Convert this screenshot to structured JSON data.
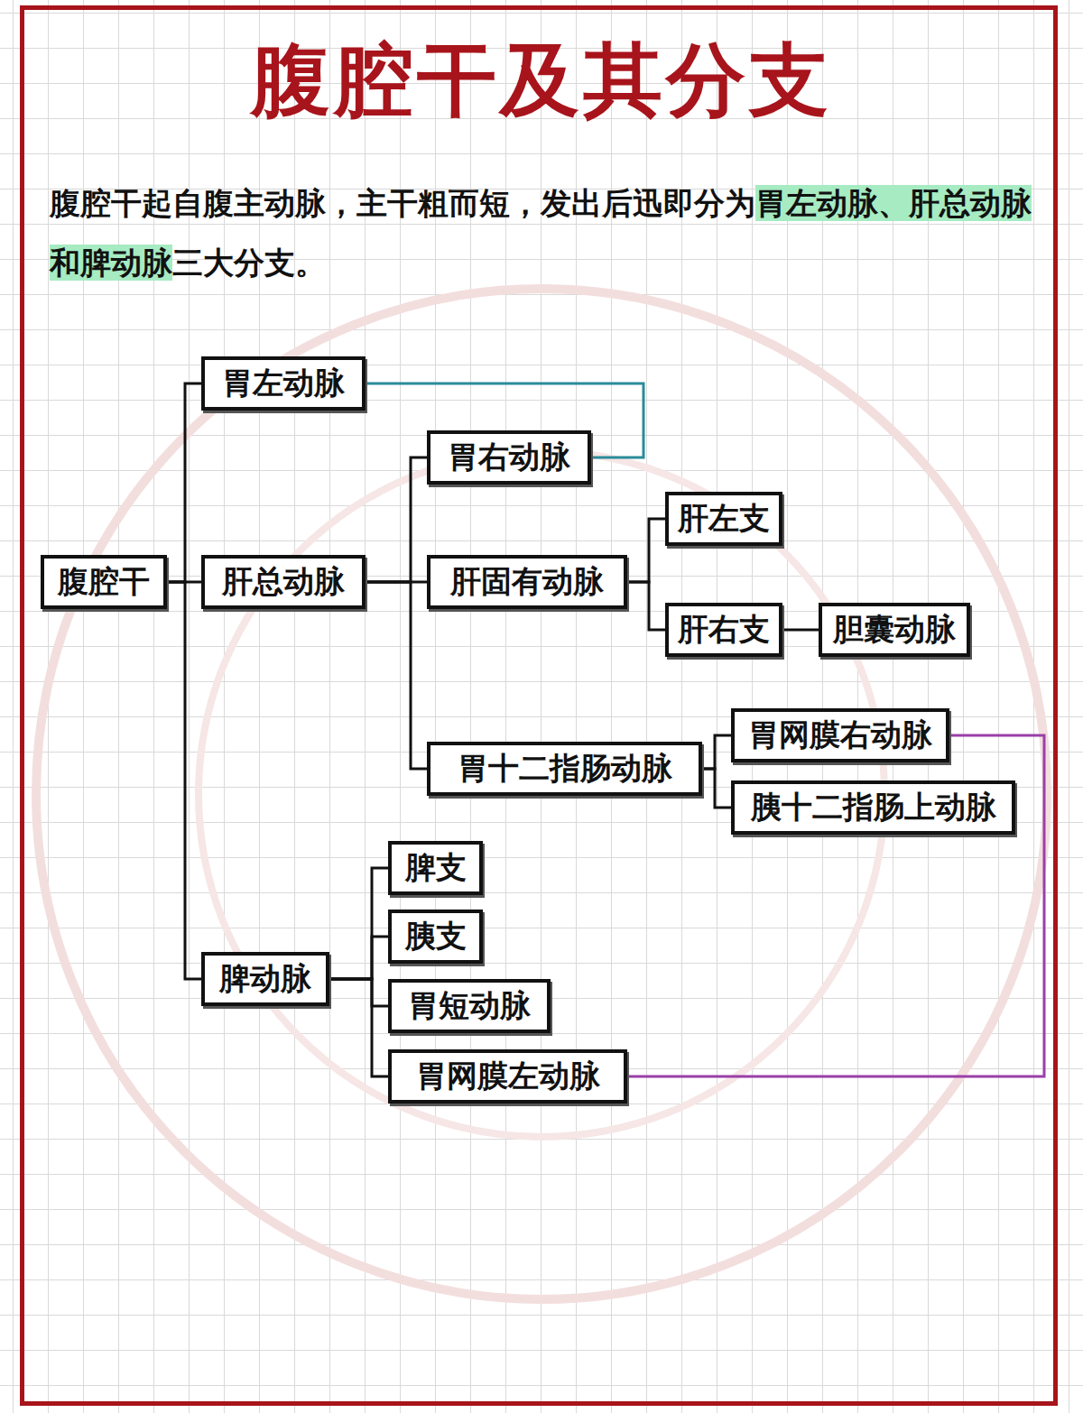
{
  "diagram": {
    "title": "腹腔干及其分支",
    "nodes": [
      {
        "text": [
          "腹腔干"
        ]
      },
      {
        "text": [
          "胃左动脉"
        ]
      },
      {
        "text": [
          "肝总动脉"
        ]
      },
      {
        "text": [
          "胃右动脉"
        ]
      },
      {
        "text": [
          "肝固有动脉"
        ]
      },
      {
        "text": [
          "肝左支"
        ]
      },
      {
        "text": [
          "肝右支"
        ]
      },
      {
        "text": [
          "胆囊动脉"
        ]
      },
      {
        "text": [
          "胃十二指肠动脉"
        ]
      },
      {
        "text": [
          "胃网膜右动脉"
        ]
      },
      {
        "text": [
          "胰十二指肠上动脉"
        ]
      },
      {
        "text": [
          "脾动脉"
        ]
      },
      {
        "text": [
          "脾支"
        ]
      },
      {
        "text": [
          "胰支"
        ]
      },
      {
        "text": [
          "胃短动脉"
        ]
      },
      {
        "text": [
          "胃网膜左动脉"
        ]
      }
    ],
    "edges": [
      {
        "from": 0,
        "to": 1,
        "arrow": "none"
      },
      {
        "from": 0,
        "to": 2,
        "arrow": "none"
      },
      {
        "from": 0,
        "to": 11,
        "arrow": "none"
      },
      {
        "from": 2,
        "to": 3,
        "arrow": "none"
      },
      {
        "from": 2,
        "to": 4,
        "arrow": "none"
      },
      {
        "from": 2,
        "to": 8,
        "arrow": "none"
      },
      {
        "from": 4,
        "to": 5,
        "arrow": "none"
      },
      {
        "from": 4,
        "to": 6,
        "arrow": "none"
      },
      {
        "from": 6,
        "to": 7,
        "arrow": "none"
      },
      {
        "from": 8,
        "to": 9,
        "arrow": "none"
      },
      {
        "from": 8,
        "to": 10,
        "arrow": "none"
      },
      {
        "from": 11,
        "to": 12,
        "arrow": "none"
      },
      {
        "from": 11,
        "to": 13,
        "arrow": "none"
      },
      {
        "from": 11,
        "to": 14,
        "arrow": "none"
      },
      {
        "from": 11,
        "to": 15,
        "arrow": "none"
      },
      {
        "from": 1,
        "to": 3,
        "arrow": "none"
      },
      {
        "from": 9,
        "to": 15,
        "arrow": "none"
      }
    ],
    "labels": [
      "腹腔干起自腹主动脉，主干粗而短，发出后迅即分为",
      "胃左动脉、肝总动脉和脾动脉",
      "三大分支。"
    ]
  }
}
